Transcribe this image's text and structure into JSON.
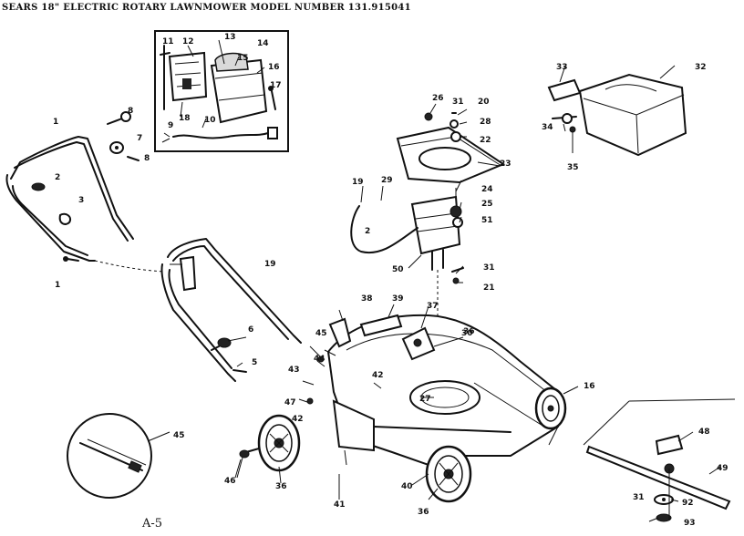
{
  "title": "SEARS 18\" ELECTRIC ROTARY LAWNMOWER MODEL NUMBER 131.915041",
  "page_label": "A-5",
  "callouts": [
    {
      "id": "c-1a",
      "text": "1"
    },
    {
      "id": "c-2",
      "text": "2"
    },
    {
      "id": "c-3",
      "text": "3"
    },
    {
      "id": "c-1b",
      "text": "1"
    },
    {
      "id": "c-8a",
      "text": "8"
    },
    {
      "id": "c-7",
      "text": "7"
    },
    {
      "id": "c-8b",
      "text": "8"
    },
    {
      "id": "c-19",
      "text": "19"
    },
    {
      "id": "c-6a",
      "text": "6"
    },
    {
      "id": "c-5",
      "text": "5"
    },
    {
      "id": "c-11",
      "text": "11"
    },
    {
      "id": "c-12",
      "text": "12"
    },
    {
      "id": "c-13",
      "text": "13"
    },
    {
      "id": "c-14",
      "text": "14"
    },
    {
      "id": "c-15",
      "text": "15"
    },
    {
      "id": "c-16",
      "text": "16"
    },
    {
      "id": "c-17",
      "text": "17"
    },
    {
      "id": "c-18",
      "text": "18"
    },
    {
      "id": "c-9",
      "text": "9"
    },
    {
      "id": "c-10",
      "text": "10"
    },
    {
      "id": "c-26",
      "text": "26"
    },
    {
      "id": "c-31a",
      "text": "31"
    },
    {
      "id": "c-20",
      "text": "20"
    },
    {
      "id": "c-28",
      "text": "28"
    },
    {
      "id": "c-22",
      "text": "22"
    },
    {
      "id": "c-23",
      "text": "23"
    },
    {
      "id": "c-24",
      "text": "24"
    },
    {
      "id": "c-25",
      "text": "25"
    },
    {
      "id": "c-51",
      "text": "51"
    },
    {
      "id": "c-19b",
      "text": "19"
    },
    {
      "id": "c-29",
      "text": "29"
    },
    {
      "id": "c-2b",
      "text": "2"
    },
    {
      "id": "c-50",
      "text": "50"
    },
    {
      "id": "c-31b",
      "text": "31"
    },
    {
      "id": "c-21",
      "text": "21"
    },
    {
      "id": "c-33",
      "text": "33"
    },
    {
      "id": "c-32",
      "text": "32"
    },
    {
      "id": "c-34",
      "text": "34"
    },
    {
      "id": "c-35",
      "text": "35"
    },
    {
      "id": "c-38",
      "text": "38"
    },
    {
      "id": "c-39",
      "text": "39"
    },
    {
      "id": "c-37",
      "text": "37"
    },
    {
      "id": "c-36",
      "text": "36"
    },
    {
      "id": "c-45a",
      "text": "45"
    },
    {
      "id": "c-44",
      "text": "44"
    },
    {
      "id": "c-43",
      "text": "43"
    },
    {
      "id": "c-42",
      "text": "42"
    },
    {
      "id": "c-47",
      "text": "47"
    },
    {
      "id": "c-42b",
      "text": "42"
    },
    {
      "id": "c-27",
      "text": "27"
    },
    {
      "id": "c-46",
      "text": "46"
    },
    {
      "id": "c-41",
      "text": "41"
    },
    {
      "id": "c-40",
      "text": "40"
    },
    {
      "id": "c-36b",
      "text": "36"
    },
    {
      "id": "c-36c",
      "text": "36"
    },
    {
      "id": "c-16b",
      "text": "16"
    },
    {
      "id": "c-45b",
      "text": "45"
    },
    {
      "id": "c-30",
      "text": "30"
    },
    {
      "id": "c-48",
      "text": "48"
    },
    {
      "id": "c-49",
      "text": "49"
    },
    {
      "id": "c-31c",
      "text": "31"
    },
    {
      "id": "c-92",
      "text": "92"
    },
    {
      "id": "c-93",
      "text": "93"
    }
  ]
}
